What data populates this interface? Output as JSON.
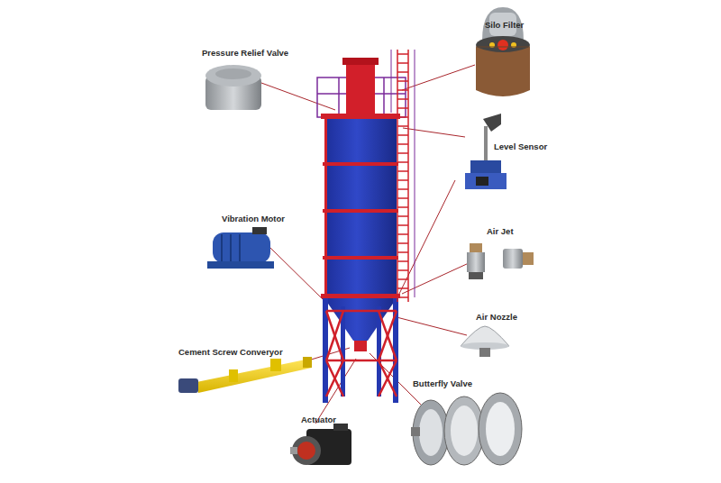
{
  "diagram": {
    "labels": [
      "Silo Filter",
      "Pressure Relief Valve",
      "Level Sensor",
      "Vibration Motor",
      "Air Jet",
      "Air Nozzle",
      "Cement Screw Converyor",
      "Butterfly Valve",
      "Actuator"
    ]
  }
}
